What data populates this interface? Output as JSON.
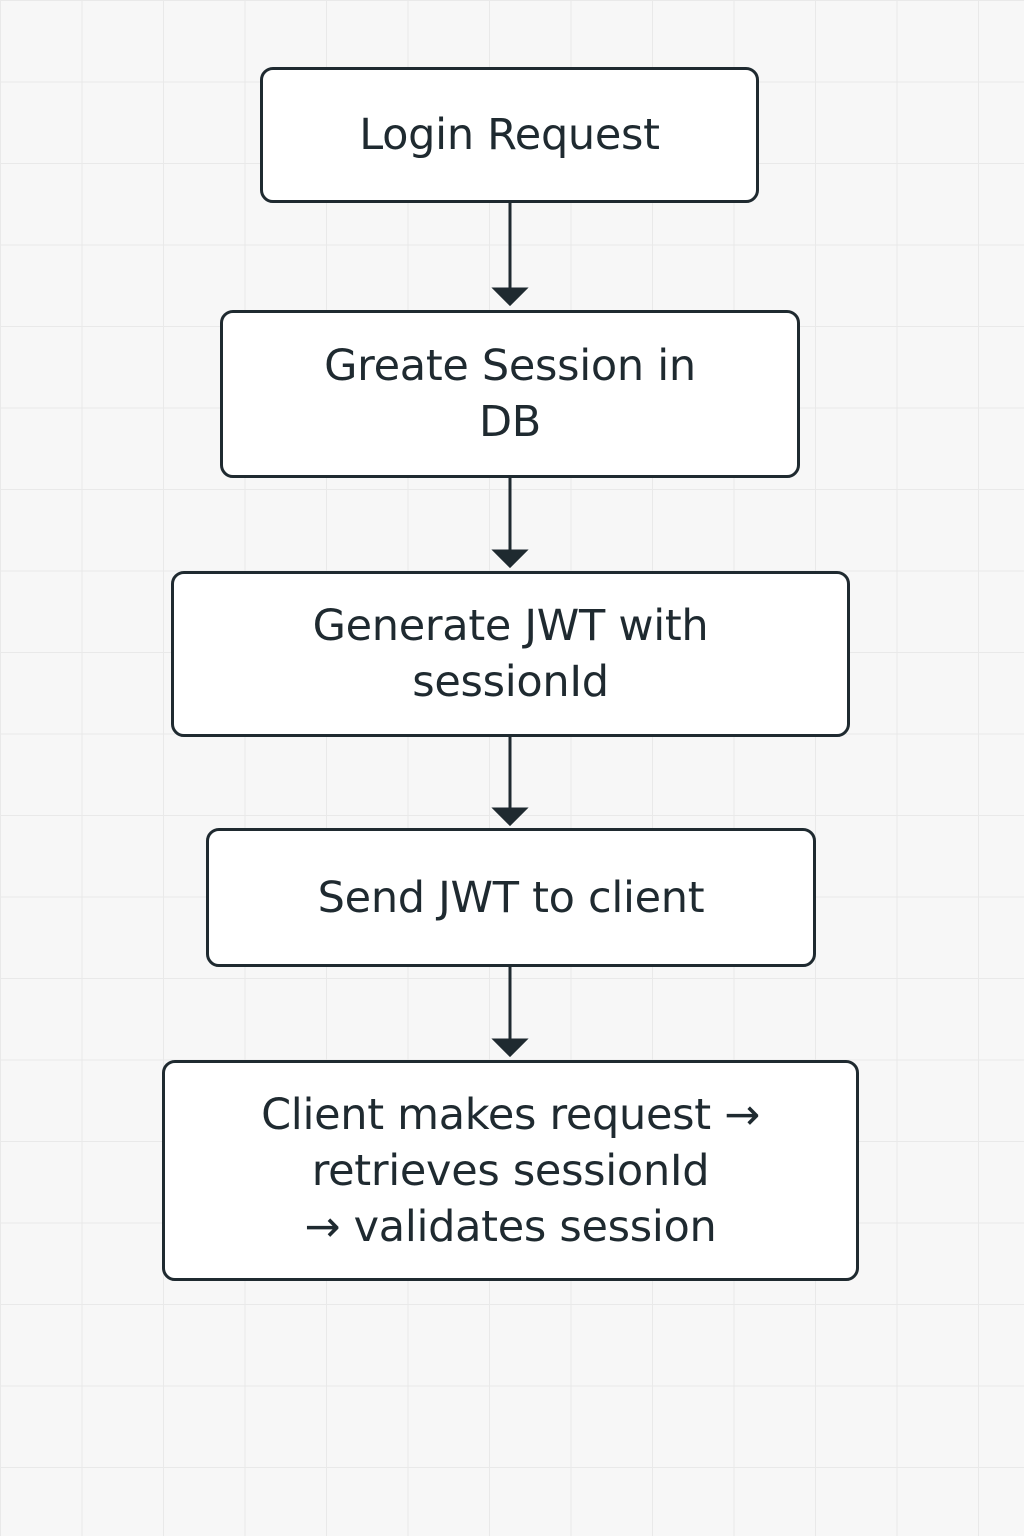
{
  "colors": {
    "stroke": "#1f2a30",
    "node_fill": "#ffffff",
    "background": "#f7f7f7",
    "grid": "#e9e9e9"
  },
  "nodes": [
    {
      "label": "Login Request"
    },
    {
      "label": "Greate Session in\nDB"
    },
    {
      "label": "Generate JWT with\nsessionId"
    },
    {
      "label": "Send JWT to client"
    },
    {
      "label": "Client makes request →\nretrieves sessionId\n→ validates session"
    }
  ]
}
